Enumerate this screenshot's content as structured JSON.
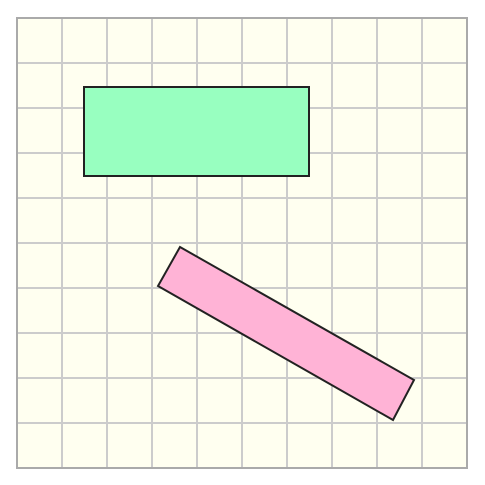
{
  "board": {
    "background": "#fffff0",
    "grid_color": "#cccccc",
    "border_color": "#aaaaaa",
    "columns": 10,
    "rows": 10
  },
  "shapes": [
    {
      "name": "green-rectangle",
      "shape": "rectangle",
      "fill": "#98ffc0",
      "stroke": "#222222"
    },
    {
      "name": "pink-rotated-rectangle",
      "shape": "rotated rectangle",
      "fill": "#ffb3d6",
      "stroke": "#222222"
    }
  ]
}
